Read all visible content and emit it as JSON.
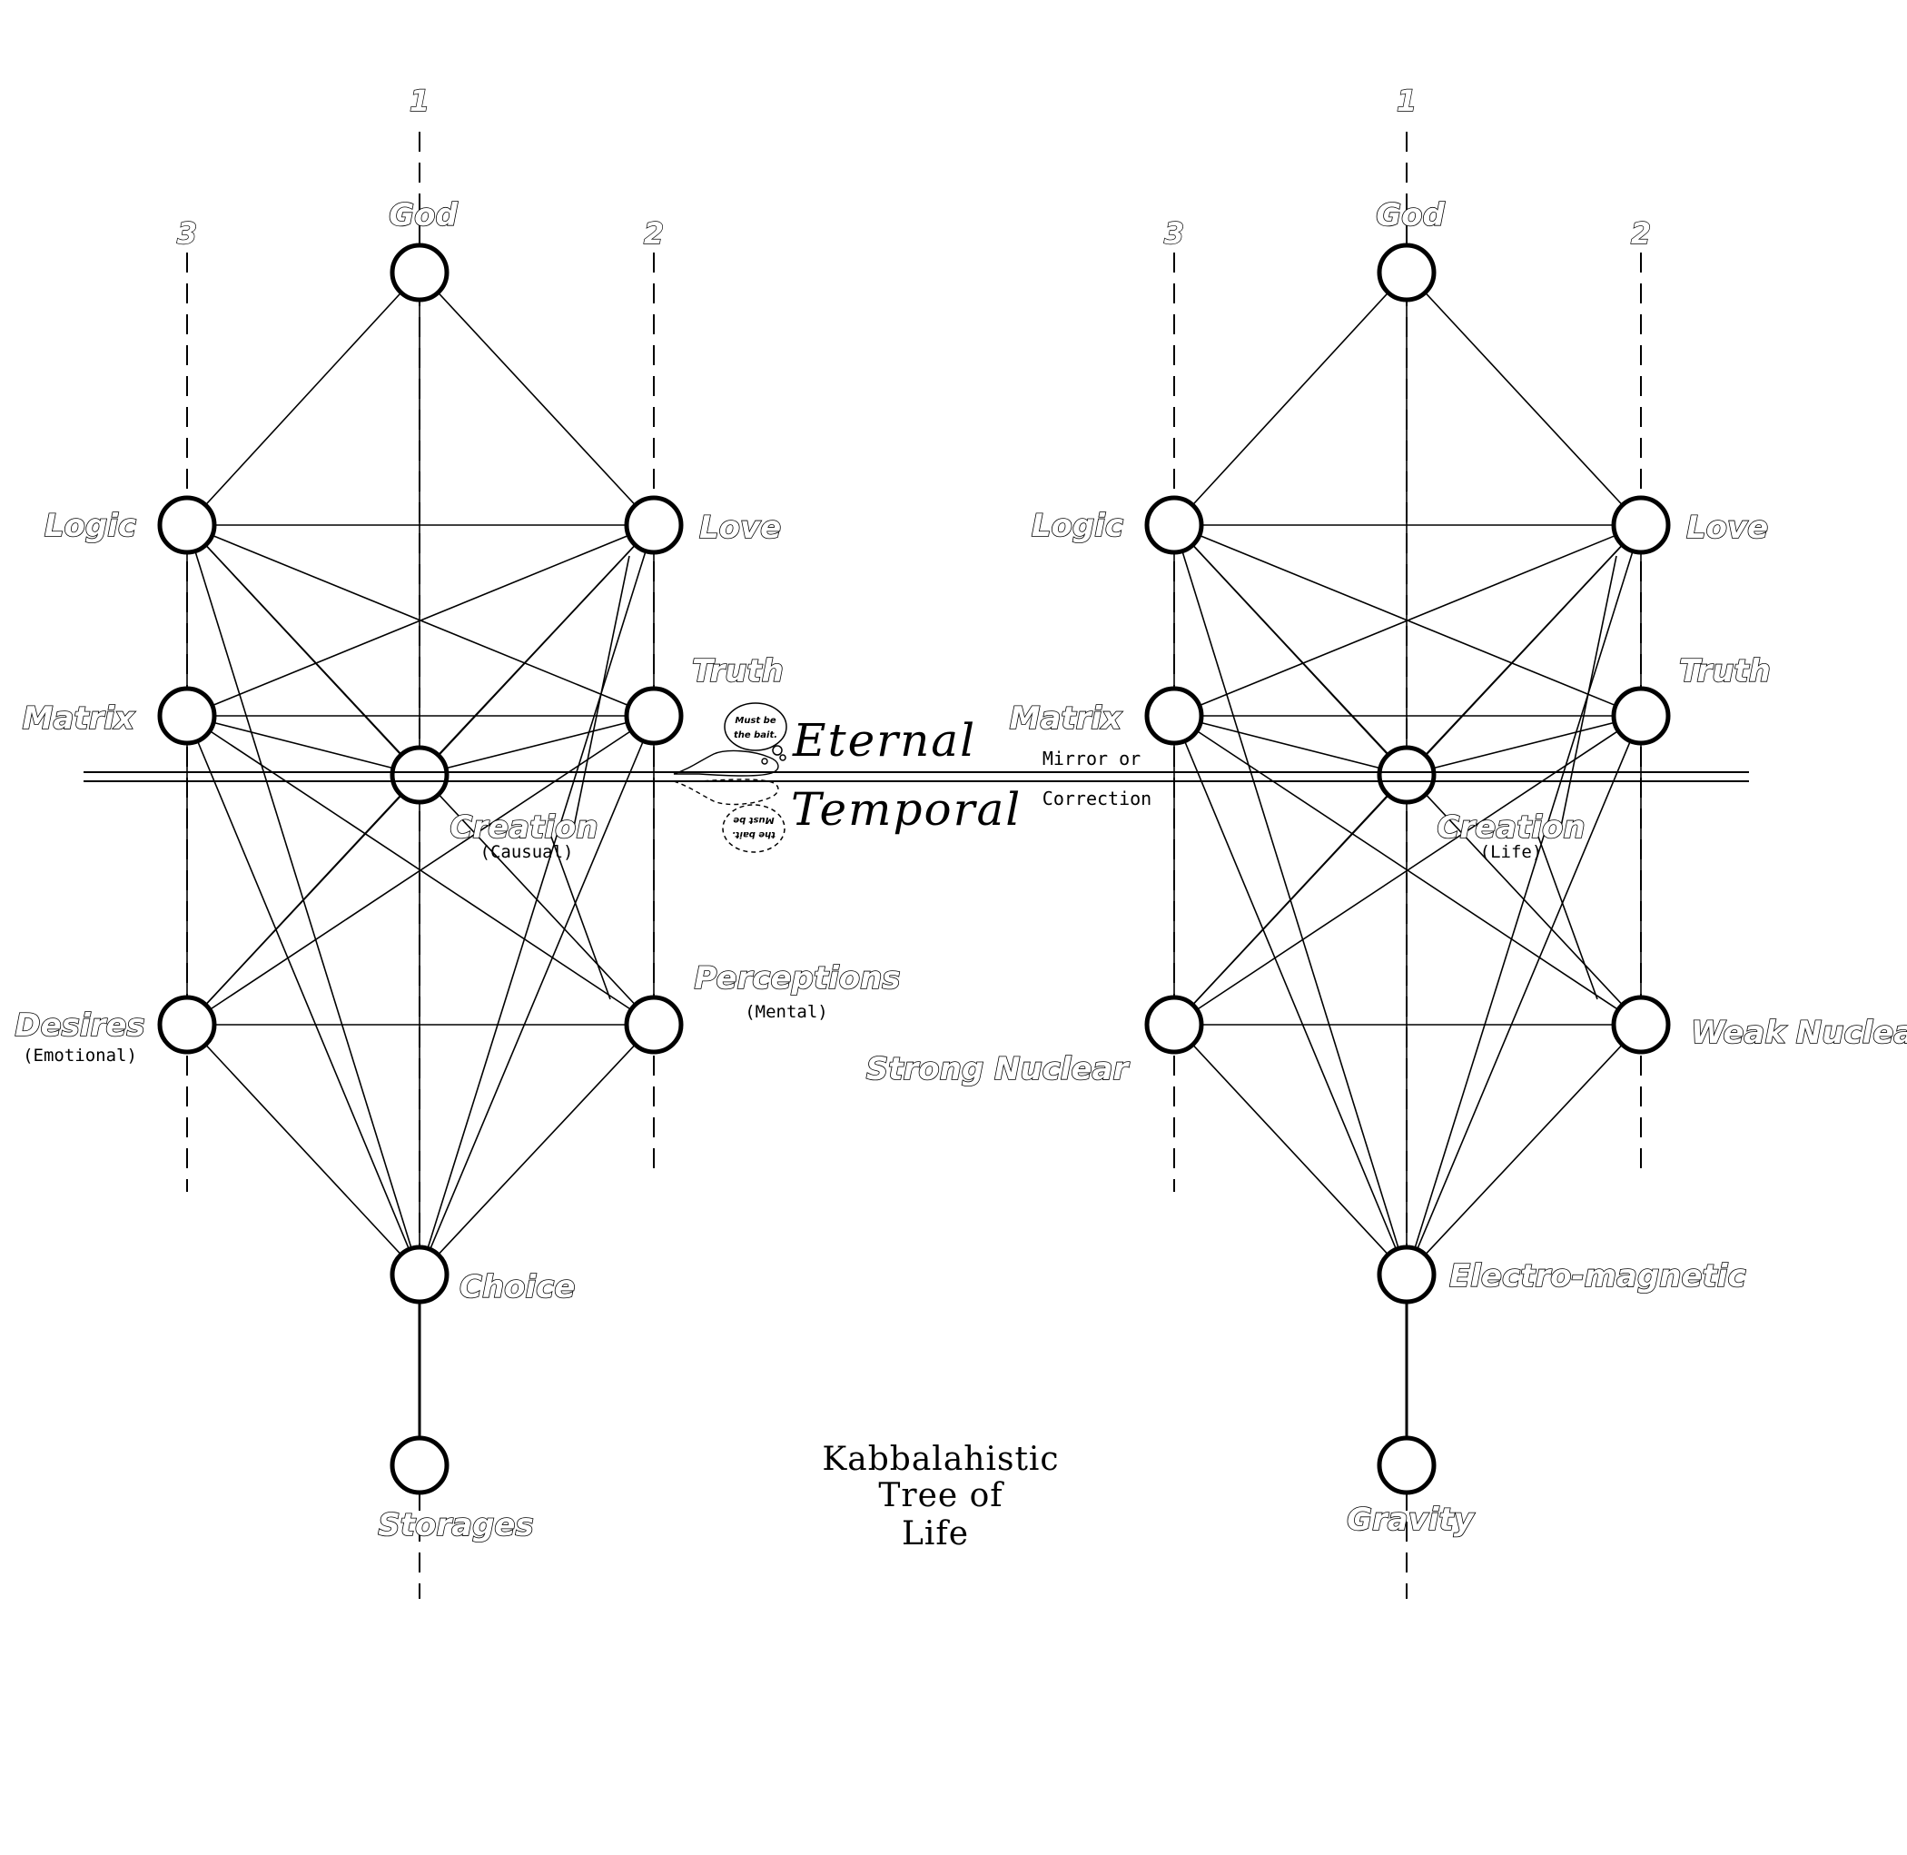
{
  "trees": [
    {
      "axis_labels": {
        "center": "1",
        "left": "3",
        "right": "2"
      },
      "nodes": {
        "god": "God",
        "logic": "Logic",
        "love": "Love",
        "matrix": "Matrix",
        "truth": "Truth",
        "creation": "Creation",
        "creation_sub": "(Causual)",
        "desires": "Desires",
        "desires_sub": "(Emotional)",
        "perceptions": "Perceptions",
        "perceptions_sub": "(Mental)",
        "choice": "Choice",
        "bottom": "Storages"
      }
    },
    {
      "axis_labels": {
        "center": "1",
        "left": "3",
        "right": "2"
      },
      "nodes": {
        "god": "God",
        "logic": "Logic",
        "love": "Love",
        "matrix": "Matrix",
        "truth": "Truth",
        "creation": "Creation",
        "creation_sub": "(Life)",
        "desires": "Strong Nuclear",
        "perceptions": "Weak Nuclear",
        "choice": "Electro-magnetic",
        "bottom": "Gravity"
      }
    }
  ],
  "divider": {
    "upper_label": "Eternal",
    "lower_label": "Temporal",
    "mirror_line1": "Mirror or",
    "mirror_line2": "Correction",
    "bubble_upper_line1": "Must be",
    "bubble_upper_line2": "the bait.",
    "bubble_lower_line1": "the bait.",
    "bubble_lower_line2": "Must be"
  },
  "title": [
    "Kabbalahistic",
    "Tree of",
    "Life"
  ]
}
